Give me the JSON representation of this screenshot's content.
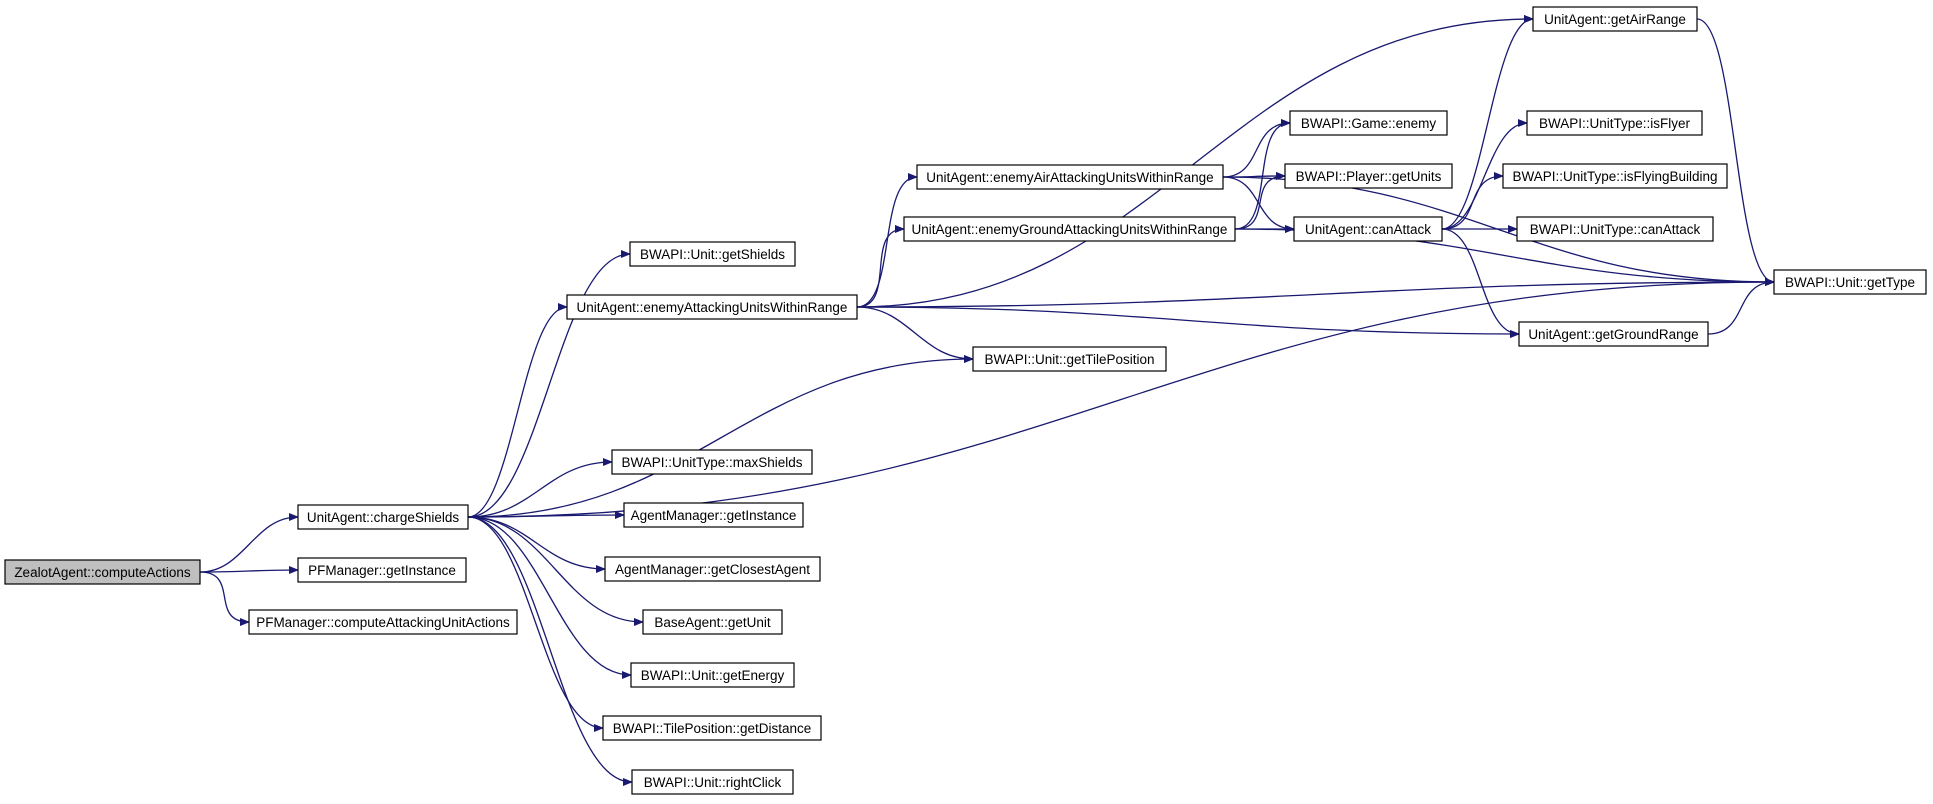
{
  "colors": {
    "edge": "#191970",
    "node_fill": "#ffffff",
    "root_fill": "#bfbfbf",
    "border": "#000000"
  },
  "nodes": {
    "n_root": "ZealotAgent::computeActions",
    "n_charge": "UnitAgent::chargeShields",
    "n_pfinst": "PFManager::getInstance",
    "n_pfcomp": "PFManager::computeAttackingUnitActions",
    "n_getshields": "BWAPI::Unit::getShields",
    "n_enemyatt": "UnitAgent::enemyAttackingUnitsWithinRange",
    "n_enemyair": "UnitAgent::enemyAirAttackingUnitsWithinRange",
    "n_enemyground": "UnitAgent::enemyGroundAttackingUnitsWithinRange",
    "n_gettile": "BWAPI::Unit::getTilePosition",
    "n_maxshields": "BWAPI::UnitType::maxShields",
    "n_aminst": "AgentManager::getInstance",
    "n_amclosest": "AgentManager::getClosestAgent",
    "n_getunit": "BaseAgent::getUnit",
    "n_getenergy": "BWAPI::Unit::getEnergy",
    "n_getdist": "BWAPI::TilePosition::getDistance",
    "n_rightclick": "BWAPI::Unit::rightClick",
    "n_gameenemy": "BWAPI::Game::enemy",
    "n_getunits": "BWAPI::Player::getUnits",
    "n_canattack": "UnitAgent::canAttack",
    "n_getair": "UnitAgent::getAirRange",
    "n_isflyer": "BWAPI::UnitType::isFlyer",
    "n_isflyingbld": "BWAPI::UnitType::isFlyingBuilding",
    "n_utcanattack": "BWAPI::UnitType::canAttack",
    "n_gettype": "BWAPI::Unit::getType",
    "n_getground": "UnitAgent::getGroundRange"
  },
  "edges": [
    [
      "n_root",
      "n_charge"
    ],
    [
      "n_root",
      "n_pfinst"
    ],
    [
      "n_root",
      "n_pfcomp"
    ],
    [
      "n_charge",
      "n_getshields"
    ],
    [
      "n_charge",
      "n_enemyatt"
    ],
    [
      "n_charge",
      "n_gettile"
    ],
    [
      "n_charge",
      "n_gettype"
    ],
    [
      "n_charge",
      "n_maxshields"
    ],
    [
      "n_charge",
      "n_aminst"
    ],
    [
      "n_charge",
      "n_amclosest"
    ],
    [
      "n_charge",
      "n_getunit"
    ],
    [
      "n_charge",
      "n_getenergy"
    ],
    [
      "n_charge",
      "n_getdist"
    ],
    [
      "n_charge",
      "n_rightclick"
    ],
    [
      "n_enemyatt",
      "n_enemyair"
    ],
    [
      "n_enemyatt",
      "n_enemyground"
    ],
    [
      "n_enemyatt",
      "n_getair"
    ],
    [
      "n_enemyatt",
      "n_gettype"
    ],
    [
      "n_enemyatt",
      "n_gettile"
    ],
    [
      "n_enemyatt",
      "n_getground"
    ],
    [
      "n_enemyair",
      "n_gameenemy"
    ],
    [
      "n_enemyair",
      "n_getunits"
    ],
    [
      "n_enemyair",
      "n_canattack"
    ],
    [
      "n_enemyair",
      "n_gettype"
    ],
    [
      "n_enemyground",
      "n_gameenemy"
    ],
    [
      "n_enemyground",
      "n_getunits"
    ],
    [
      "n_enemyground",
      "n_canattack"
    ],
    [
      "n_enemyground",
      "n_gettype"
    ],
    [
      "n_canattack",
      "n_getair"
    ],
    [
      "n_canattack",
      "n_isflyer"
    ],
    [
      "n_canattack",
      "n_isflyingbld"
    ],
    [
      "n_canattack",
      "n_utcanattack"
    ],
    [
      "n_canattack",
      "n_getground"
    ],
    [
      "n_getair",
      "n_gettype"
    ],
    [
      "n_getground",
      "n_gettype"
    ]
  ]
}
